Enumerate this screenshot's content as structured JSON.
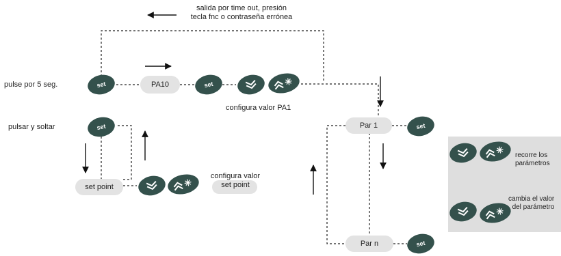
{
  "labels": {
    "exit_line1": "salida por time out, presión",
    "exit_line2": "tecla fnc o contraseña errónea",
    "press5": "pulse por 5 seg.",
    "press_release": "pulsar y soltar",
    "configure_pa1": "configura valor PA1",
    "configure_sp_line1": "configura valor",
    "configure_sp_line2": "set point",
    "legend_scroll_line1": "recorre los",
    "legend_scroll_line2": "parámetros",
    "legend_change_line1": "cambia el valor",
    "legend_change_line2": "del parámetro"
  },
  "pills": {
    "pa10": "PA10",
    "set_point": "set point",
    "par1": "Par 1",
    "parn": "Par n"
  },
  "buttons": {
    "set_label": "set"
  },
  "icons": [
    "set-button",
    "down-chevron-icon",
    "up-chevron-snowflake-icon",
    "arrow-icon"
  ],
  "colors": {
    "button": "#34514c",
    "pill": "#e3e3e3",
    "legend_bg": "#dedede",
    "line": "#222222"
  }
}
